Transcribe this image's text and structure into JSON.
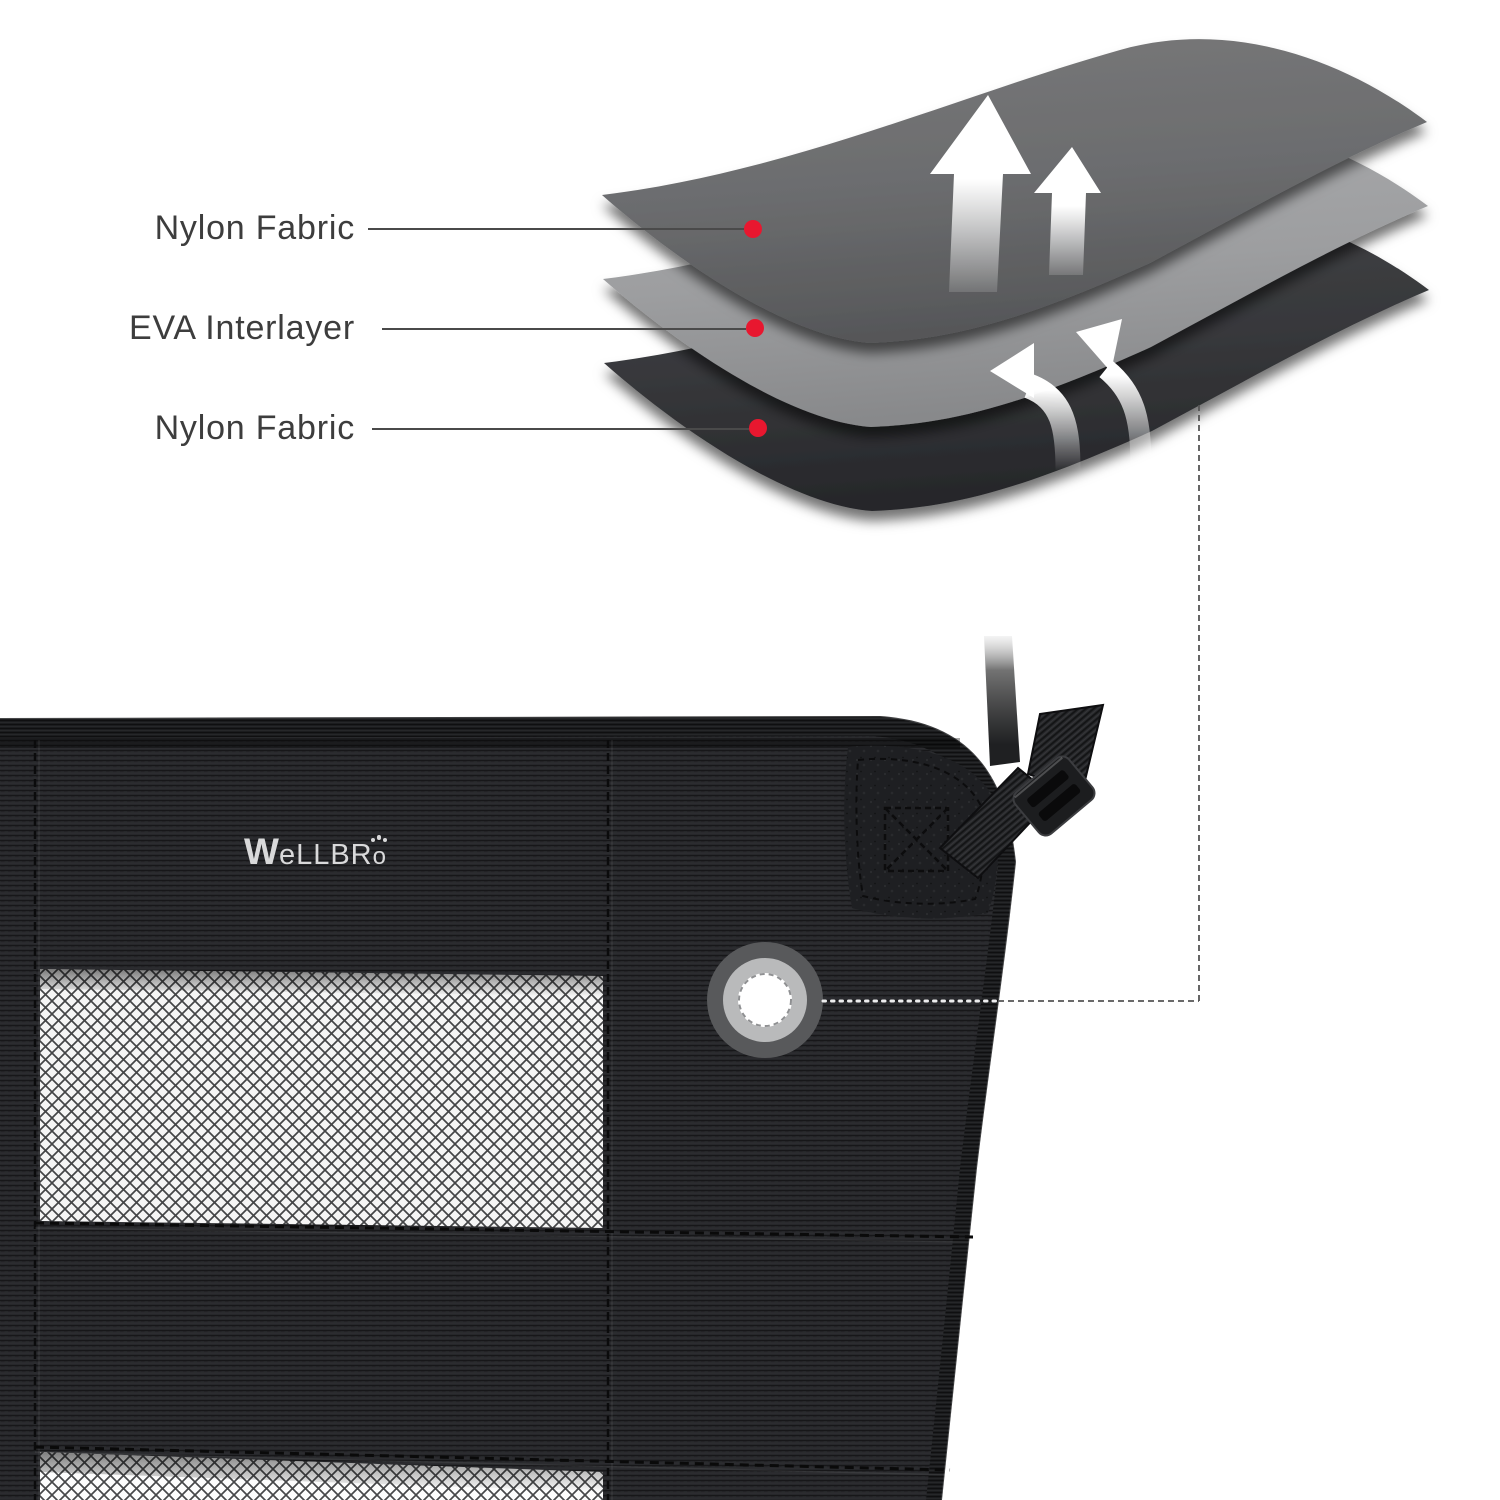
{
  "diagram": {
    "labels": [
      {
        "text": "Nylon Fabric"
      },
      {
        "text": "EVA Interlayer"
      },
      {
        "text": "Nylon Fabric"
      }
    ],
    "callout_dot_color": "#e8172f",
    "layer_colors": {
      "top": "#6e6f71",
      "middle": "#a2a3a5",
      "bottom": "#393a3d"
    },
    "airflow_arrow_color": "#ffffff",
    "icons": {
      "airflow_up_large": "up-arrow",
      "airflow_up_small": "up-arrow",
      "airflow_curved_left": "curved-arrow",
      "airflow_curved_right": "curved-arrow"
    }
  },
  "product": {
    "brand": {
      "full": "WeLLBRo",
      "w": "W",
      "mid": "eLLBR",
      "o": "o",
      "paw_icon": "paw-print"
    },
    "fabric_color": "#26272a",
    "mesh_color": "#fdfdfd",
    "grommet_colors": {
      "outer": "#58595b",
      "middle": "#b9babb",
      "center": "#ffffff"
    }
  },
  "connector": {
    "style": "dashed",
    "color": "#555555"
  }
}
